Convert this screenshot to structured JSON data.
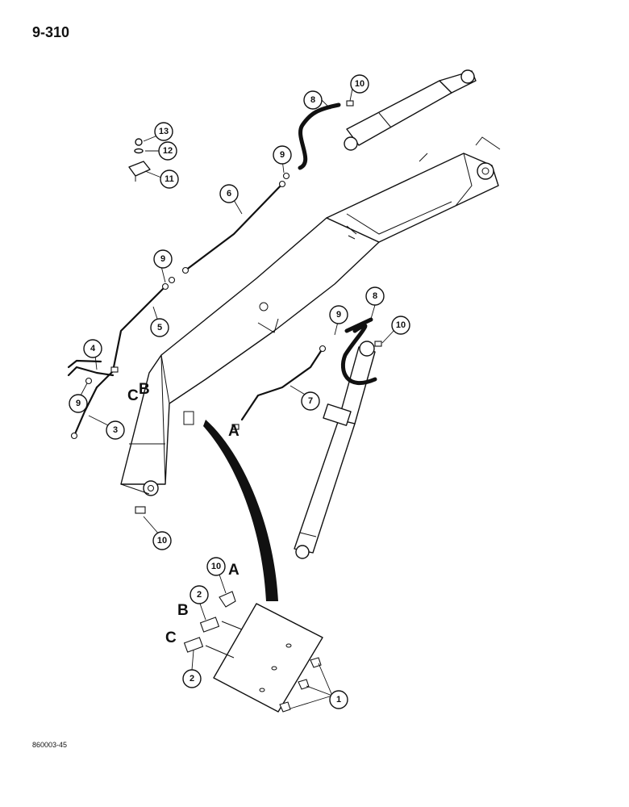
{
  "page": {
    "number": "9-310",
    "figure_code": "860003-45"
  },
  "callouts": [
    "1",
    "2",
    "2",
    "3",
    "4",
    "5",
    "6",
    "7",
    "8",
    "8",
    "9",
    "9",
    "9",
    "9",
    "10",
    "10",
    "10",
    "10",
    "11",
    "12",
    "13"
  ],
  "letters": [
    "A",
    "A",
    "B",
    "B",
    "C",
    "C"
  ]
}
